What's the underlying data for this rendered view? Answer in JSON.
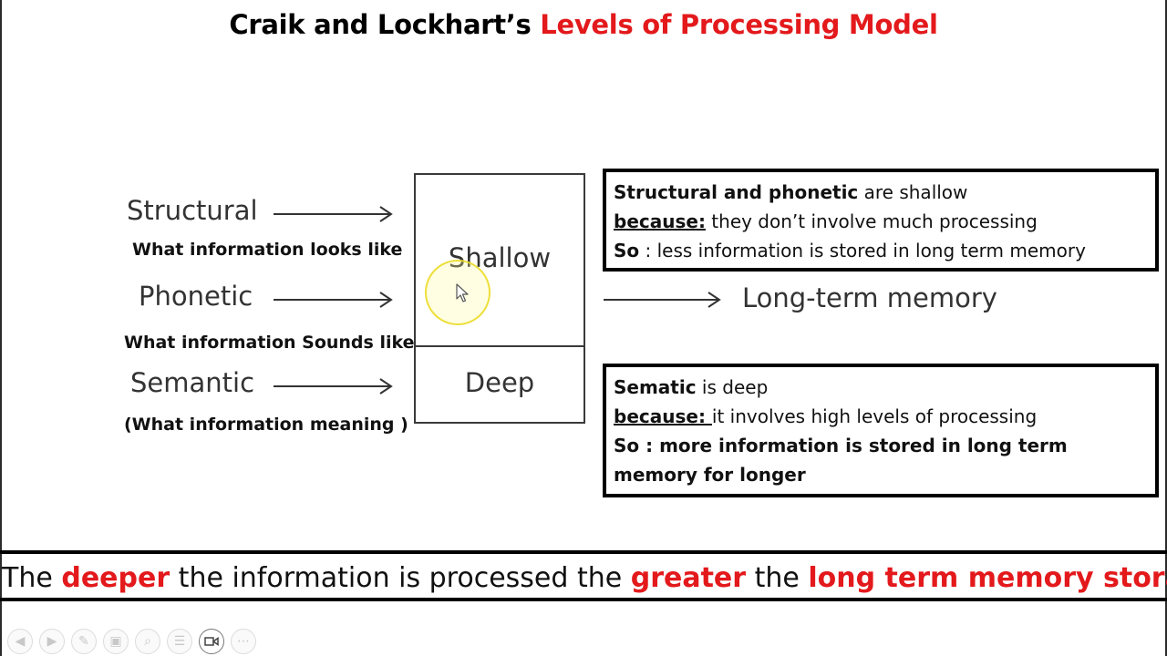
{
  "title": {
    "black": "Craik and Lockhart’s",
    "red": "Levels of Processing Model"
  },
  "levels": [
    {
      "name": "Structural",
      "description": "What information looks like"
    },
    {
      "name": "Phonetic",
      "description": "What information Sounds like"
    },
    {
      "name": "Semantic",
      "description": "(What information meaning )"
    }
  ],
  "processing_box": {
    "shallow": "Shallow",
    "deep": "Deep"
  },
  "target": "Long-term memory",
  "shallow_box": {
    "line1_bold": "Structural and phonetic",
    "line1_rest": " are shallow",
    "line2_bold": "because:",
    "line2_rest": " they don’t involve much processing",
    "line3_bold": "So",
    "line3_rest": " : less information is stored in long term memory"
  },
  "deep_box": {
    "line1_bold": "Sematic",
    "line1_rest": " is deep",
    "line2_bold": "because: ",
    "line2_rest": "it involves high levels of  processing",
    "line3": "So : more information is stored in long term",
    "line4": "memory for longer"
  },
  "banner": {
    "p1": "The ",
    "p2": "deeper",
    "p3": " the information is processed  the ",
    "p4": "greater",
    "p5": " the ",
    "p6": "long term memory storage"
  },
  "colors": {
    "accent_red": "#e3191c",
    "highlight_ring": "#f0e030"
  },
  "toolbar": {
    "icons": [
      "prev-icon",
      "next-icon",
      "pen-icon",
      "slides-icon",
      "zoom-icon",
      "menu-icon",
      "video-icon",
      "more-icon"
    ]
  }
}
